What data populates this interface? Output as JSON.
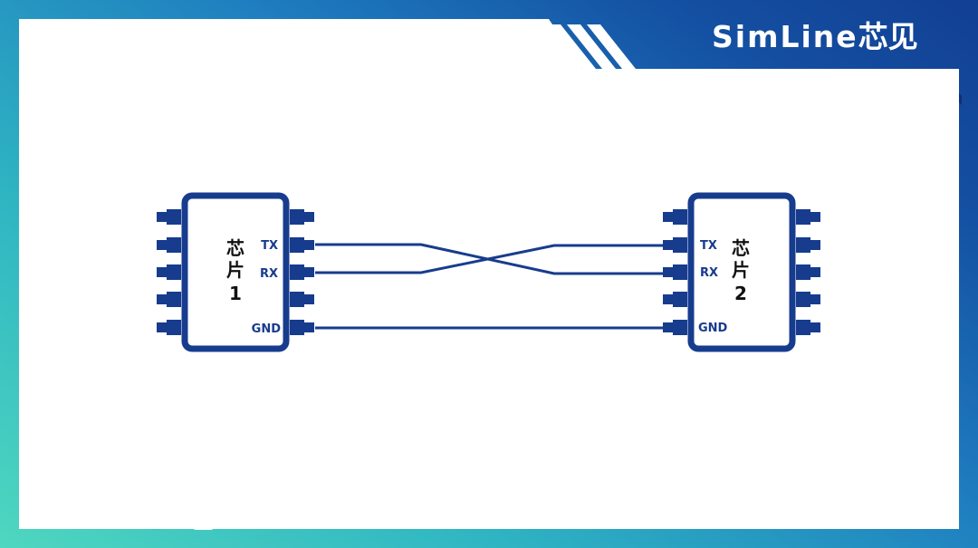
{
  "brand": {
    "latin": "SimLine",
    "chinese": "芯见"
  },
  "colors": {
    "chip_outline": "#173c8e",
    "wire": "#173c8e",
    "panel": "#ffffff",
    "accent_dark": "#123f92",
    "accent_teal": "#4fd7c0"
  },
  "chips": [
    {
      "name_line1": "芯",
      "name_line2": "片",
      "name_line3": "1",
      "tx": "TX",
      "rx": "RX",
      "gnd": "GND"
    },
    {
      "name_line1": "芯",
      "name_line2": "片",
      "name_line3": "2",
      "tx": "TX",
      "rx": "RX",
      "gnd": "GND"
    }
  ],
  "connections": [
    {
      "from": "chip1.TX",
      "to": "chip2.RX"
    },
    {
      "from": "chip1.RX",
      "to": "chip2.TX"
    },
    {
      "from": "chip1.GND",
      "to": "chip2.GND"
    }
  ]
}
